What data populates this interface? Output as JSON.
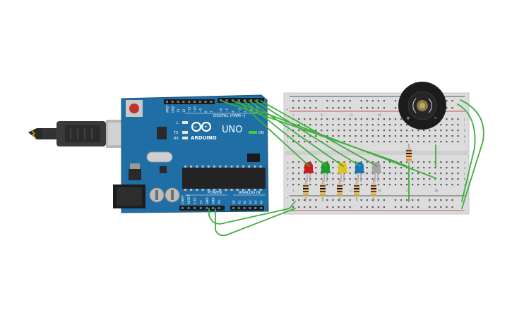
{
  "board": {
    "brand": "ARDUINO",
    "model": "UNO",
    "on_label": "ON",
    "digital_label": "DIGITAL (PWM~)",
    "power_label": "POWER",
    "analog_label": "ANALOG IN",
    "led_l": "L",
    "led_tx": "TX",
    "led_rx": "RX",
    "top_pin_labels": [
      "AREF",
      "GND",
      "13",
      "12",
      "~11",
      "~10",
      "~9",
      "8",
      "7",
      "~6",
      "~5",
      "4",
      "~3",
      "2",
      "TX 1",
      "RX 0"
    ],
    "power_pin_labels": [
      "IOREF",
      "RESET",
      "3.3V",
      "5V",
      "GND",
      "GND",
      "Vin"
    ],
    "analog_pin_labels": [
      "A0",
      "A1",
      "A2",
      "A3",
      "A4",
      "A5"
    ]
  },
  "breadboard": {
    "rail_minus": "−",
    "rail_plus": "+",
    "row_letters_top": [
      "j",
      "i",
      "h",
      "g",
      "f"
    ],
    "row_letters_bottom": [
      "e",
      "d",
      "c",
      "b",
      "a"
    ]
  },
  "buzzer": {
    "plus": "+",
    "minus": "−"
  },
  "colors": {
    "board": "#1f6fa6",
    "wire": "#3fae3f",
    "led_red": "#c81d1d",
    "led_green": "#1f9a2c",
    "led_yellow": "#e0c21a",
    "led_blue": "#1a78b8",
    "led_white": "#a4a4a4"
  },
  "leds": [
    {
      "name": "red"
    },
    {
      "name": "green"
    },
    {
      "name": "yellow"
    },
    {
      "name": "blue"
    },
    {
      "name": "white"
    }
  ]
}
